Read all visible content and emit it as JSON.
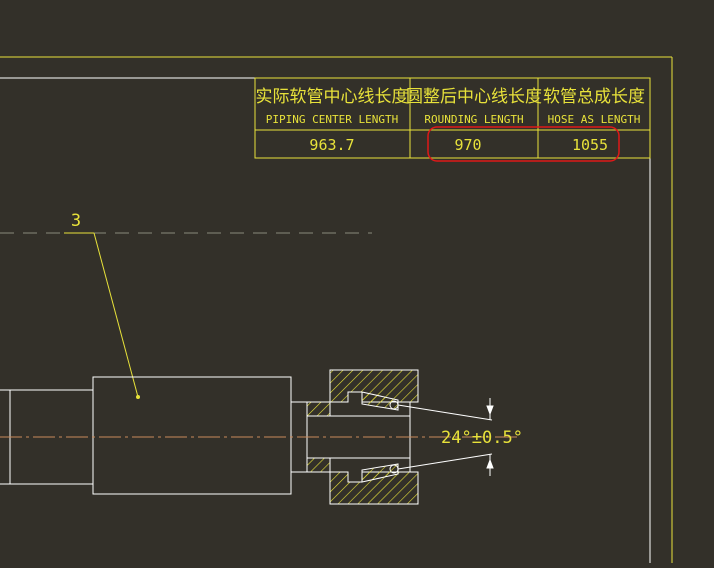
{
  "table": {
    "col1": {
      "title_cn": "实际软管中心线长度",
      "title_en": "PIPING CENTER LENGTH",
      "value": "963.7"
    },
    "col2": {
      "title_cn": "圆整后中心线长度",
      "title_en": "ROUNDING LENGTH",
      "value": "970"
    },
    "col3": {
      "title_cn": "软管总成长度",
      "title_en": "HOSE AS LENGTH",
      "value": "1055"
    }
  },
  "callout": {
    "label": "3"
  },
  "dimension": {
    "angle_text": "24°±0.5°"
  },
  "colors": {
    "background": "#333029",
    "lines_yellow": "#e8e23a",
    "lines_white": "#ffffff",
    "highlight_red": "#e01818",
    "centerline": "#c98a5a"
  }
}
